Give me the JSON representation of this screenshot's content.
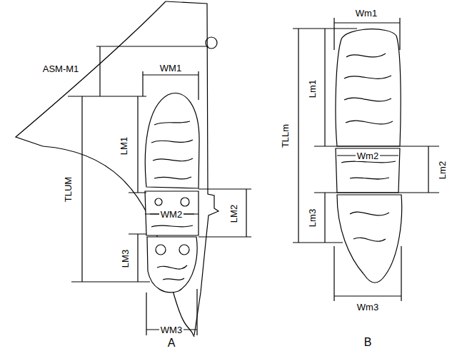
{
  "diagram": {
    "labels": [
      "ASM-M1",
      "WM1",
      "LM1",
      "TLUM",
      "WM2",
      "LM2",
      "LM3",
      "WM3",
      "A",
      "Wm1",
      "Lm1",
      "TLLm",
      "Wm2",
      "Lm2",
      "Lm3",
      "Wm3",
      "B"
    ]
  }
}
